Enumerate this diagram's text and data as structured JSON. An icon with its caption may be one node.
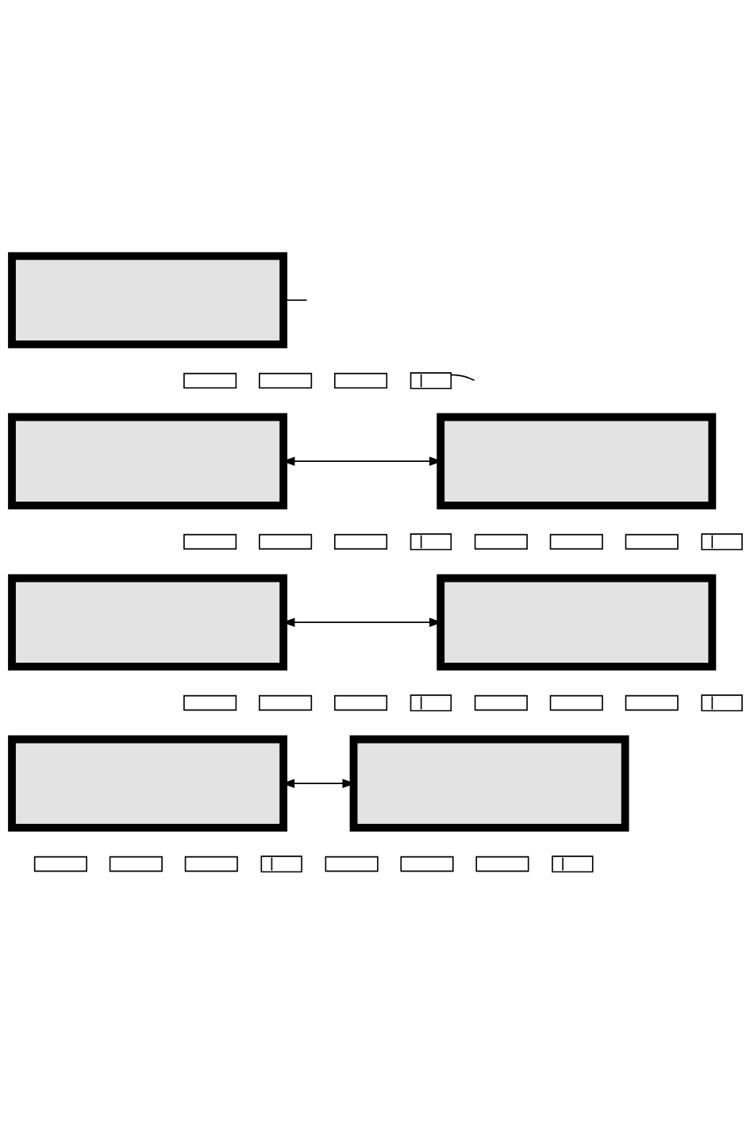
{
  "diagram": {
    "nodes": [
      {
        "text": [],
        "shape": "box"
      },
      {
        "text": [],
        "shape": "box"
      },
      {
        "text": [],
        "shape": "box"
      },
      {
        "text": [],
        "shape": "box"
      },
      {
        "text": [],
        "shape": "box"
      },
      {
        "text": [],
        "shape": "box"
      },
      {
        "text": [],
        "shape": "box"
      },
      {
        "text": [],
        "shape": "box"
      },
      {
        "text": [],
        "shape": "box"
      },
      {
        "text": [],
        "shape": "box"
      },
      {
        "text": [],
        "shape": "box"
      },
      {
        "text": [],
        "shape": "box"
      },
      {
        "text": [],
        "shape": "box"
      },
      {
        "text": [],
        "shape": "box"
      },
      {
        "text": [],
        "shape": "box"
      },
      {
        "text": [],
        "shape": "box"
      },
      {
        "text": [],
        "shape": "box"
      },
      {
        "text": [],
        "shape": "box"
      },
      {
        "text": [],
        "shape": "box"
      },
      {
        "text": [],
        "shape": "box"
      },
      {
        "text": [],
        "shape": "box"
      },
      {
        "text": [],
        "shape": "box"
      },
      {
        "text": [],
        "shape": "box"
      },
      {
        "text": [],
        "shape": "box"
      },
      {
        "text": [],
        "shape": "box"
      },
      {
        "text": [],
        "shape": "box"
      },
      {
        "text": [],
        "shape": "box"
      },
      {
        "text": [],
        "shape": "box"
      },
      {
        "text": [],
        "shape": "box"
      },
      {
        "text": [],
        "shape": "box"
      },
      {
        "text": [],
        "shape": "box"
      },
      {
        "text": [],
        "shape": "box"
      },
      {
        "text": [],
        "shape": "box"
      },
      {
        "text": [],
        "shape": "box"
      },
      {
        "text": [],
        "shape": "box"
      }
    ],
    "edges": [
      {
        "from": null,
        "to": 0,
        "arrow": "none"
      },
      {
        "from": null,
        "to": 4,
        "arrow": "none"
      },
      {
        "from": 5,
        "to": 6,
        "arrow": "both"
      },
      {
        "from": 15,
        "to": 16,
        "arrow": "both"
      },
      {
        "from": 25,
        "to": 26,
        "arrow": "both"
      }
    ]
  }
}
